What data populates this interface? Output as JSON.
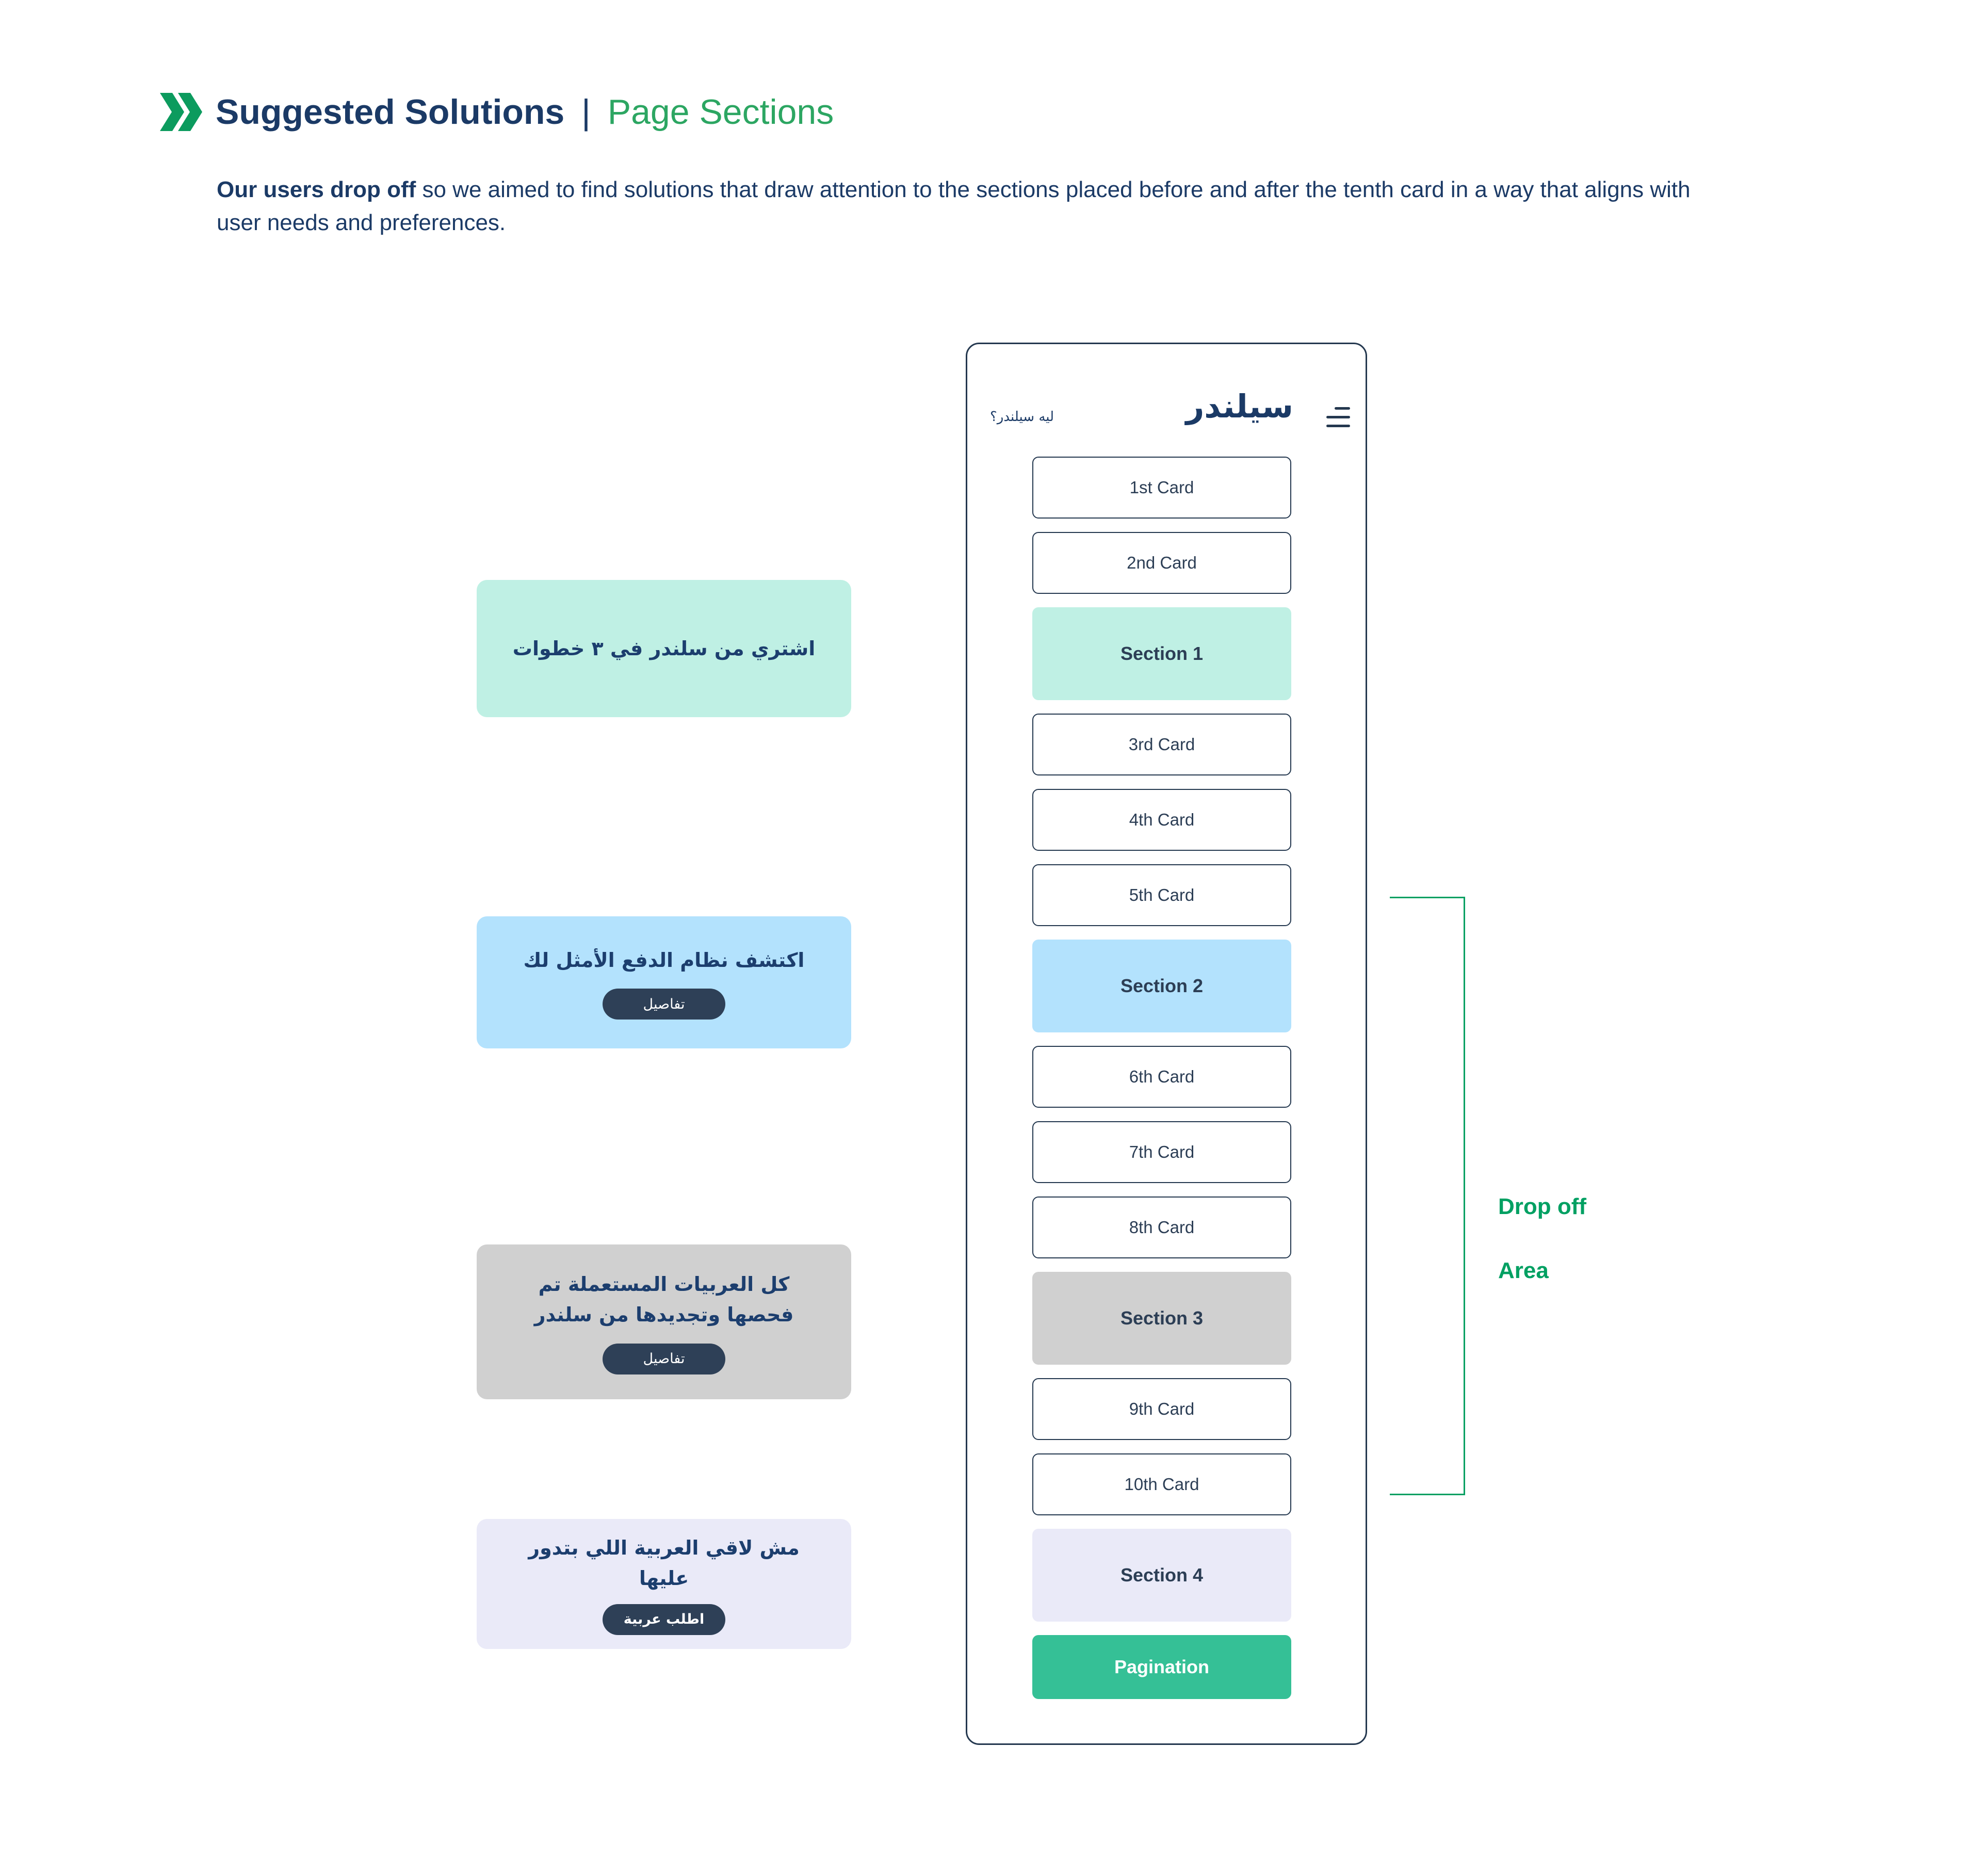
{
  "header": {
    "title_primary": "Suggested Solutions",
    "title_separator": "|",
    "title_secondary": "Page Sections",
    "description_bold": "Our users drop off",
    "description_rest": " so we aimed to find solutions that draw attention to the sections placed before and after the tenth card in a way that aligns with user needs and preferences."
  },
  "callouts": [
    {
      "text": "اشتري من سلندر  في ٣ خطوات",
      "button": null,
      "bg": "#bff0e4"
    },
    {
      "text": "اكتشف نظام الدفع الأمثل لك",
      "button": "تفاصيل",
      "bg": "#b3e2fd"
    },
    {
      "text": "كل العربيات المستعملة تم فحصها وتجديدها من سلندر",
      "button": "تفاصيل",
      "bg": "#d0d0d0"
    },
    {
      "text": "مش لاقي العربية اللي بتدور عليها",
      "button": "اطلب عربية",
      "bg": "#eaeaf8"
    }
  ],
  "phone": {
    "nav_link": "ليه سيلندر؟",
    "logo": "سيلندر",
    "items": [
      {
        "label": "1st Card",
        "type": "card"
      },
      {
        "label": "2nd Card",
        "type": "card"
      },
      {
        "label": "Section 1",
        "type": "section",
        "bg": "#bff0e4"
      },
      {
        "label": "3rd Card",
        "type": "card"
      },
      {
        "label": "4th Card",
        "type": "card"
      },
      {
        "label": "5th Card",
        "type": "card"
      },
      {
        "label": "Section 2",
        "type": "section",
        "bg": "#b3e2fd"
      },
      {
        "label": "6th Card",
        "type": "card"
      },
      {
        "label": "7th Card",
        "type": "card"
      },
      {
        "label": "8th Card",
        "type": "card"
      },
      {
        "label": "Section 3",
        "type": "section",
        "bg": "#d0d0d0"
      },
      {
        "label": "9th Card",
        "type": "card"
      },
      {
        "label": "10th Card",
        "type": "card"
      },
      {
        "label": "Section 4",
        "type": "section",
        "bg": "#eaeaf8"
      },
      {
        "label": "Pagination",
        "type": "pagination",
        "bg": "#35c096"
      }
    ]
  },
  "annotation": {
    "line1": "Drop off",
    "line2": "Area"
  },
  "colors": {
    "navy_text": "#1b3a66",
    "slate_button": "#2e4057",
    "border_navy": "#24384f",
    "heading_green": "#2ca662",
    "chevron_green": "#0c9b5e",
    "annotation_green": "#00a062",
    "pagination_green": "#35c096",
    "mint": "#bff0e4",
    "light_blue": "#b3e2fd",
    "gray": "#d0d0d0",
    "lavender": "#eaeaf8"
  }
}
